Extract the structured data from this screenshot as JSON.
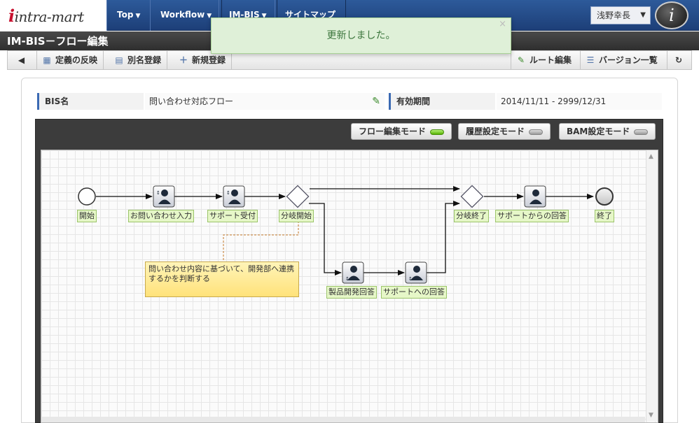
{
  "nav": {
    "logo": "intra-mart",
    "items": [
      {
        "label": "Top"
      },
      {
        "label": "Workflow"
      },
      {
        "label": "IM-BIS"
      },
      {
        "label": "サイトマップ"
      }
    ],
    "user": "浅野幸長"
  },
  "title": "IM-BIS－フロー編集",
  "toolbar": {
    "left": [
      "定義の反映",
      "別名登録",
      "新規登録"
    ],
    "route_edit": "ルート編集",
    "version_list": "バージョン一覧"
  },
  "toast": {
    "message": "更新しました。",
    "close": "×"
  },
  "info": {
    "bis_label": "BIS名",
    "bis_value": "問い合わせ対応フロー",
    "period_label": "有効期間",
    "period_value": "2014/11/11 - 2999/12/31"
  },
  "modes": [
    {
      "label": "フロー編集モード",
      "active": true
    },
    {
      "label": "履歴設定モード",
      "active": false
    },
    {
      "label": "BAM設定モード",
      "active": false
    }
  ],
  "flow": {
    "nodes": [
      {
        "id": "start",
        "label": "開始"
      },
      {
        "id": "inquiry",
        "label": "お問い合わせ入力"
      },
      {
        "id": "support",
        "label": "サポート受付"
      },
      {
        "id": "branch",
        "label": "分岐開始"
      },
      {
        "id": "merge",
        "label": "分岐終了"
      },
      {
        "id": "reply",
        "label": "サポートからの回答"
      },
      {
        "id": "end",
        "label": "終了"
      },
      {
        "id": "dev",
        "label": "製品開発回答"
      },
      {
        "id": "devreply",
        "label": "サポートへの回答"
      }
    ],
    "note": "問い合わせ内容に基づいて、開発部へ連携するかを判断する"
  }
}
